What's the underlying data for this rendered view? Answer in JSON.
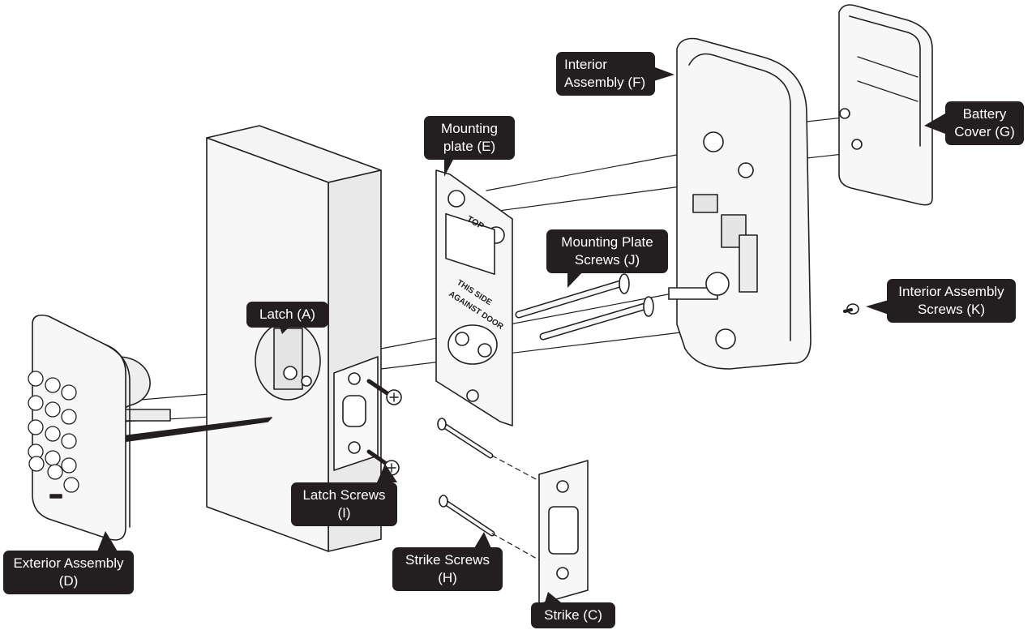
{
  "callouts": {
    "interior_assembly": {
      "line1": "Interior",
      "line2": "Assembly (F)"
    },
    "battery_cover": {
      "line1": "Battery",
      "line2": "Cover (G)"
    },
    "mounting_plate": {
      "line1": "Mounting",
      "line2": "plate (E)"
    },
    "mounting_plate_screws": {
      "line1": "Mounting Plate",
      "line2": "Screws (J)"
    },
    "interior_assembly_screws": {
      "line1": "Interior Assembly",
      "line2": "Screws (K)"
    },
    "latch": {
      "line1": "Latch (A)"
    },
    "latch_screws": {
      "line1": "Latch Screws",
      "line2": "(I)"
    },
    "strike_screws": {
      "line1": "Strike Screws",
      "line2": "(H)"
    },
    "exterior_assembly": {
      "line1": "Exterior Assembly",
      "line2": "(D)"
    },
    "strike": {
      "line1": "Strike (C)"
    }
  },
  "plate_markings": {
    "top": "TOP",
    "side_line1": "THIS SIDE",
    "side_line2": "AGAINST DOOR"
  },
  "colors": {
    "callout_bg": "#231f20",
    "callout_text": "#ffffff",
    "line_art": "#231f20",
    "part_fill": "#f2f2f2"
  }
}
